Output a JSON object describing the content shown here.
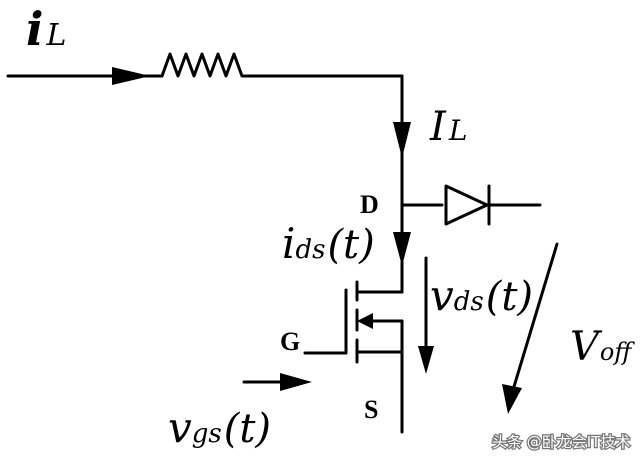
{
  "labels": {
    "iL_main": "i",
    "iL_sub": "L",
    "IL_main": "I",
    "IL_sub": "L",
    "D": "D",
    "G": "G",
    "S": "S",
    "ids_main": "i",
    "ids_sub": "ds",
    "ids_arg": "(t)",
    "vds_main": "v",
    "vds_sub": "ds",
    "vds_arg": "(t)",
    "vgs_main": "v",
    "vgs_sub": "gs",
    "vgs_arg": "(t)",
    "Voff_main": "V",
    "Voff_sub": "off"
  },
  "watermark": "头条 @卧龙会IT技术",
  "icons": {
    "inductor": "inductor-symbol",
    "diode": "diode-symbol",
    "mosfet": "mosfet-symbol"
  }
}
